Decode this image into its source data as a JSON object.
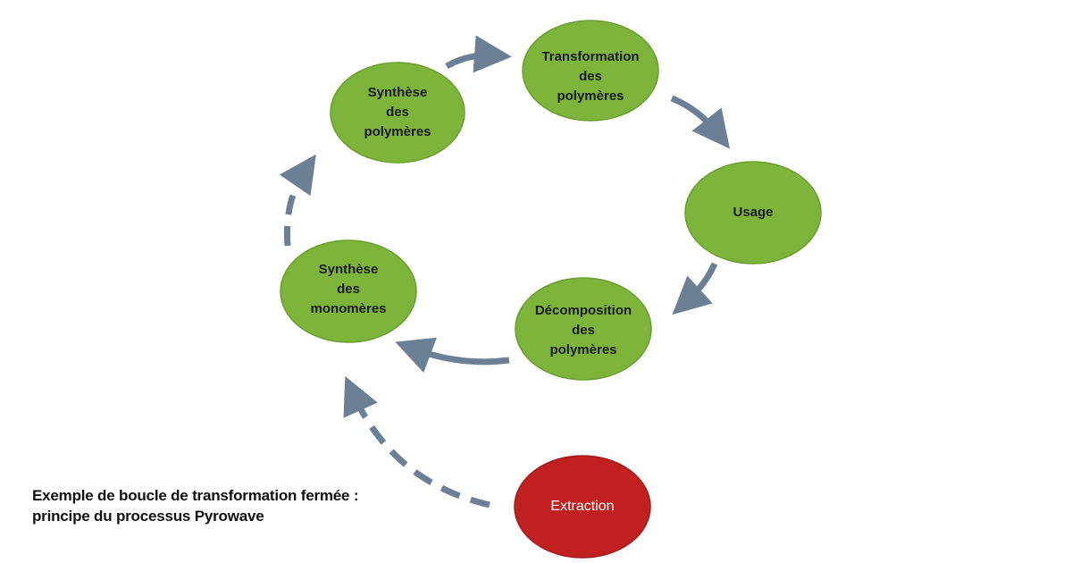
{
  "nodes": {
    "synthese_polymeres": {
      "lines": [
        "Synthèse",
        "des",
        "polymères"
      ]
    },
    "transformation_polymeres": {
      "lines": [
        "Transformation",
        "des",
        "polymères"
      ]
    },
    "usage": {
      "lines": [
        "Usage"
      ]
    },
    "decomposition_polymeres": {
      "lines": [
        "Décomposition",
        "des",
        "polymères"
      ]
    },
    "synthese_monomeres": {
      "lines": [
        "Synthèse",
        "des",
        "monomères"
      ]
    },
    "extraction": {
      "lines": [
        "Extraction"
      ]
    }
  },
  "caption": {
    "line1": "Exemple de boucle de transformation fermée :",
    "line2": "principe du processus Pyrowave"
  },
  "colors": {
    "node_green": "#7db43a",
    "node_green_stroke": "#6a9e2e",
    "node_red": "#c0201f",
    "node_red_stroke": "#a51a1a",
    "arrow": "#6b7f95"
  }
}
